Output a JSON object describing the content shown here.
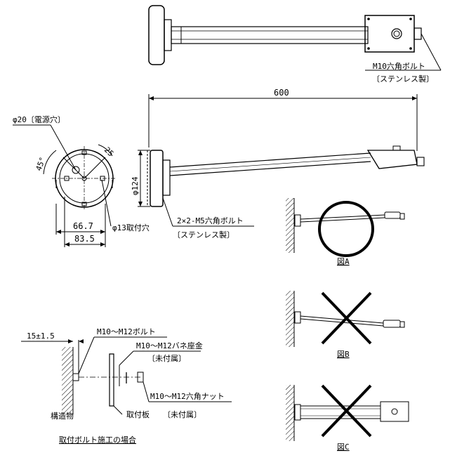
{
  "labels": {
    "bolt_top": "M10六角ボルト",
    "bolt_top_note": "〔ステンレス製〕",
    "length": "600",
    "power_hole": "φ20〔電源穴〕",
    "angle_45": "45°",
    "angle_25": "25",
    "dia_124": "φ124",
    "dim_667": "66.7",
    "dim_835": "83.5",
    "hole_13": "φ13取付穴",
    "bolt_m5": "2×2-M5六角ボルト",
    "bolt_m5_note": "〔ステンレス製〕",
    "fig_a": "図A",
    "fig_b": "図B",
    "fig_c": "図C",
    "gap": "15±1.5",
    "bolt_m12": "M10～M12ボルト",
    "washer": "M10～M12バネ座金",
    "washer_note": "〔未付属〕",
    "nut": "M10～M12六角ナット",
    "nut_note": "〔未付属〕",
    "structure": "構造物",
    "plate": "取付板",
    "section_title": "取付ボルト施工の場合"
  }
}
